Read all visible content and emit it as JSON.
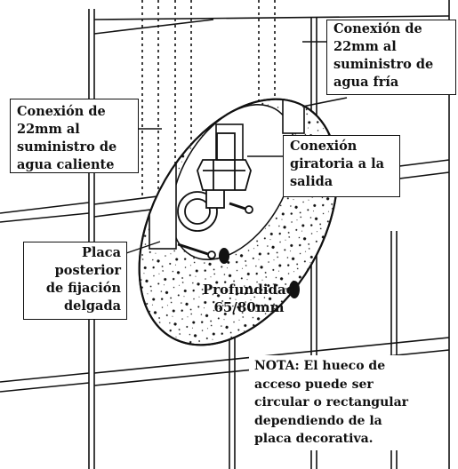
{
  "diagram": {
    "labels": {
      "cold_supply": [
        "Conexión de",
        "22mm al",
        "suministro de",
        "agua fría"
      ],
      "hot_supply": [
        "Conexión de",
        "22mm al",
        "suministro de",
        "agua caliente"
      ],
      "swivel_outlet": [
        "Conexión",
        "giratoria a la",
        "salida"
      ],
      "back_plate": [
        "Placa",
        "posterior",
        "de fijación",
        "delgada"
      ],
      "depth": [
        "Profundidad",
        "65/80mm"
      ],
      "note": [
        "NOTA: El hueco de",
        "acceso puede ser",
        "circular o rectangular",
        "dependiendo de la",
        "placa decorativa."
      ]
    }
  }
}
